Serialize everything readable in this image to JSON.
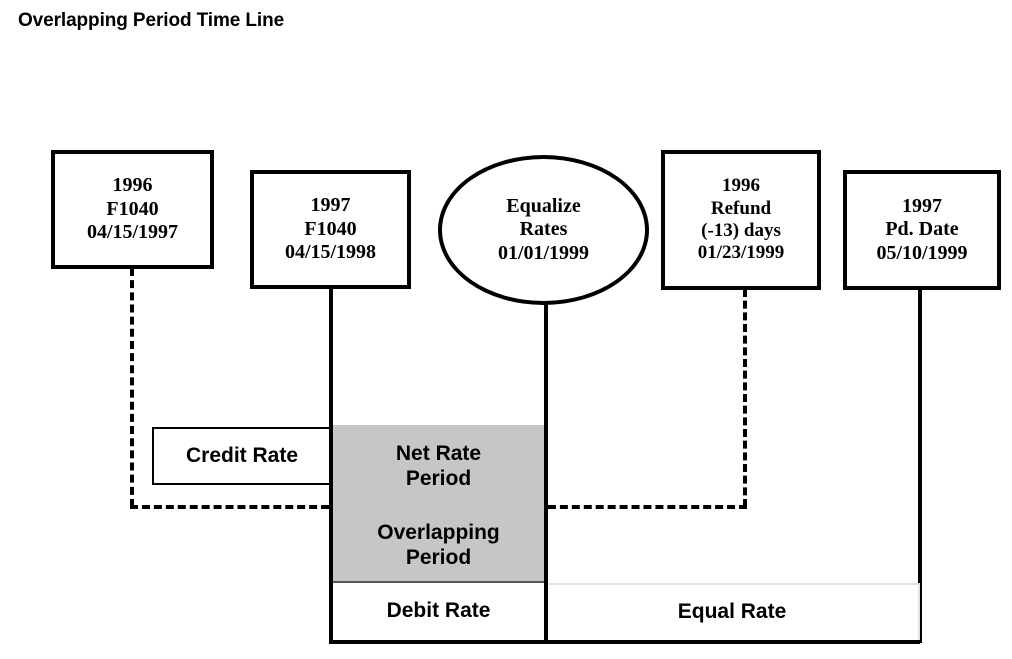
{
  "title": "Overlapping Period Time Line",
  "diagram": {
    "type": "timeline",
    "colors": {
      "shaded_band": "#c6c6c6",
      "line": "#000000",
      "background": "#ffffff",
      "faint_border": "#e2e2e2"
    },
    "nodes": [
      {
        "id": "f1040-1996",
        "shape": "rectangle",
        "connector": "dashed",
        "lines": [
          "1996",
          "F1040",
          "04/15/1997"
        ],
        "line1": "1996",
        "line2": "F1040",
        "line3": "04/15/1997"
      },
      {
        "id": "f1040-1997",
        "shape": "rectangle",
        "connector": "solid",
        "lines": [
          "1997",
          "F1040",
          "04/15/1998"
        ],
        "line1": "1997",
        "line2": "F1040",
        "line3": "04/15/1998"
      },
      {
        "id": "equalize-rates",
        "shape": "ellipse",
        "connector": "solid",
        "lines": [
          "Equalize",
          "Rates",
          "01/01/1999"
        ],
        "line1": "Equalize",
        "line2": "Rates",
        "line3": "01/01/1999"
      },
      {
        "id": "refund-1996",
        "shape": "rectangle",
        "connector": "dashed",
        "lines": [
          "1996",
          "Refund",
          "(-13) days",
          "01/23/1999"
        ],
        "line1": "1996",
        "line2": "Refund",
        "line3": "(-13) days",
        "line4": "01/23/1999"
      },
      {
        "id": "pd-date-1997",
        "shape": "rectangle",
        "connector": "solid",
        "lines": [
          "1997",
          "Pd. Date",
          "05/10/1999"
        ],
        "line1": "1997",
        "line2": "Pd. Date",
        "line3": "05/10/1999"
      }
    ],
    "bands": [
      {
        "id": "credit-rate",
        "label": "Credit Rate",
        "line1": "Credit Rate",
        "line2": "",
        "shaded": false
      },
      {
        "id": "net-rate-period",
        "label": "Net Rate Period",
        "line1": "Net Rate",
        "line2": "Period",
        "shaded": true
      },
      {
        "id": "overlapping-period",
        "label": "Overlapping Period",
        "line1": "Overlapping",
        "line2": "Period",
        "shaded": true
      },
      {
        "id": "debit-rate",
        "label": "Debit Rate",
        "line1": "Debit Rate",
        "line2": "",
        "shaded": false
      },
      {
        "id": "equal-rate",
        "label": "Equal Rate",
        "line1": "Equal Rate",
        "line2": "",
        "shaded": false
      }
    ]
  }
}
